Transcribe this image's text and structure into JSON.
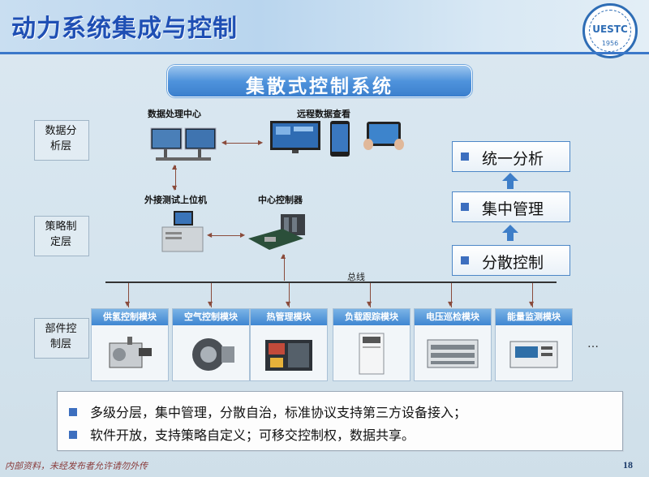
{
  "header": {
    "title": "动力系统集成与控制",
    "logo_text": "UESTC",
    "logo_year": "1956"
  },
  "main_title": "集散式控制系统",
  "layers": {
    "analysis": "数据分\n析层",
    "strategy": "策略制\n定层",
    "component": "部件控\n制层"
  },
  "captions": {
    "data_center": "数据处理中心",
    "remote_view": "远程数据查看",
    "host_pc": "外接测试上位机",
    "central_controller": "中心控制器",
    "bus": "总线"
  },
  "modules": [
    {
      "label": "供氢控制模块",
      "icon": "hydrogen-supply-device-icon"
    },
    {
      "label": "空气控制模块",
      "icon": "air-compressor-icon"
    },
    {
      "label": "热管理模块",
      "icon": "thermal-management-unit-icon"
    },
    {
      "label": "负载跟踪模块",
      "icon": "load-cabinet-icon"
    },
    {
      "label": "电压巡检模块",
      "icon": "voltage-inspection-rack-icon"
    },
    {
      "label": "能量监测模块",
      "icon": "energy-monitor-icon"
    }
  ],
  "modules_more": "…",
  "flow": [
    "统一分析",
    "集中管理",
    "分散控制"
  ],
  "summary": [
    "多级分层，集中管理，分散自治，标准协议支持第三方设备接入；",
    "软件开放，支持策略自定义；可移交控制权，数据共享。"
  ],
  "footer": {
    "note": "内部资料，未经发布者允许请勿外传",
    "page": "18"
  },
  "colors": {
    "title": "#1f4fb4",
    "accent": "#3d6fbf",
    "module_header": "#3f86d2"
  }
}
